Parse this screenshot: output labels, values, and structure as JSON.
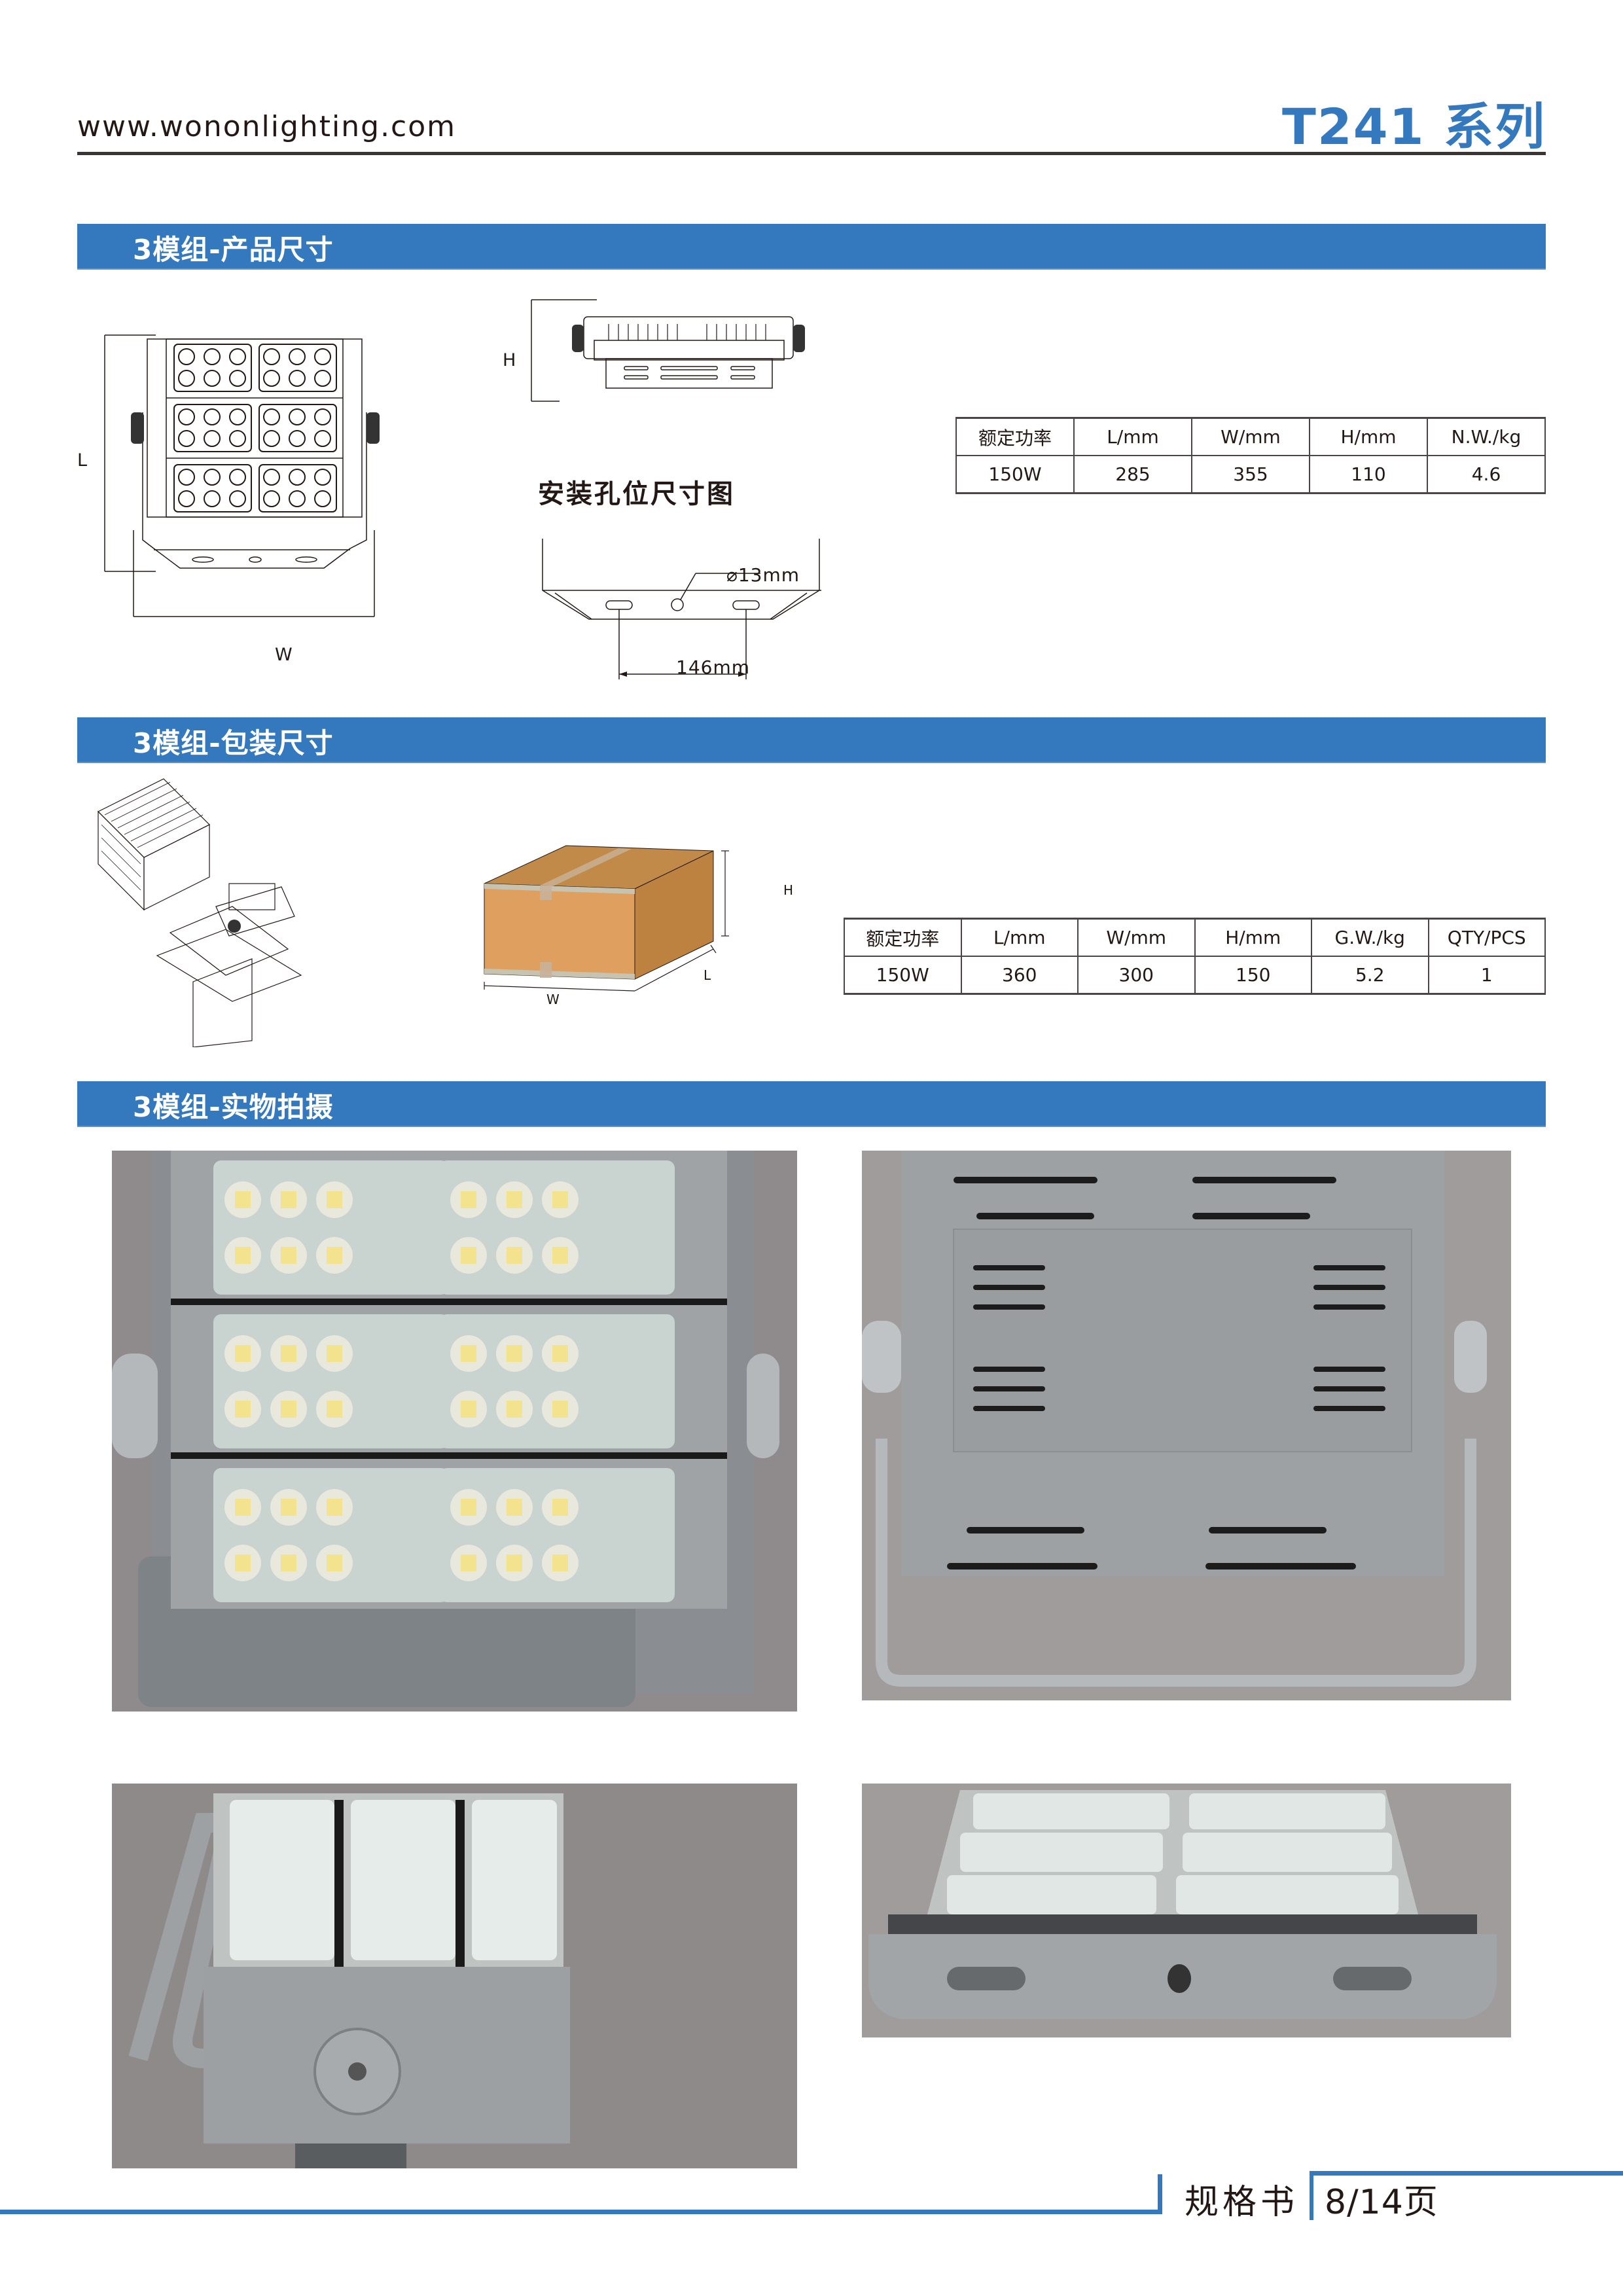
{
  "header": {
    "site_url": "www.wononlighting.com",
    "series_title": "T241 系列"
  },
  "sections": {
    "product_dimensions": {
      "title": "3模组-产品尺寸",
      "drawing_labels": {
        "L": "L",
        "W": "W",
        "H": "H"
      },
      "mount_hole": {
        "title": "安装孔位尺寸图",
        "hole_diameter": "⌀13mm",
        "hole_spacing": "146mm"
      },
      "table": {
        "headers": [
          "额定功率",
          "L/mm",
          "W/mm",
          "H/mm",
          "N.W./kg"
        ],
        "rows": [
          [
            "150W",
            "285",
            "355",
            "110",
            "4.6"
          ]
        ]
      }
    },
    "package_dimensions": {
      "title": "3模组-包装尺寸",
      "drawing_labels": {
        "H": "H",
        "L": "L",
        "W": "W"
      },
      "table": {
        "headers": [
          "额定功率",
          "L/mm",
          "W/mm",
          "H/mm",
          "G.W./kg",
          "QTY/PCS"
        ],
        "rows": [
          [
            "150W",
            "360",
            "300",
            "150",
            "5.2",
            "1"
          ]
        ]
      }
    },
    "photos": {
      "title": "3模组-实物拍摄",
      "items": [
        {
          "view": "front-led-modules"
        },
        {
          "view": "back-driver-box"
        },
        {
          "view": "side-angle-bracket"
        },
        {
          "view": "end-profile"
        }
      ]
    }
  },
  "footer": {
    "doc_label": "规格书",
    "page": "8/14页"
  },
  "colors": {
    "accent_blue": "#3479bd",
    "text": "#231815",
    "box_front": "#dfa05f",
    "box_side": "#bd8140",
    "photo_bg": "#9a9595"
  }
}
